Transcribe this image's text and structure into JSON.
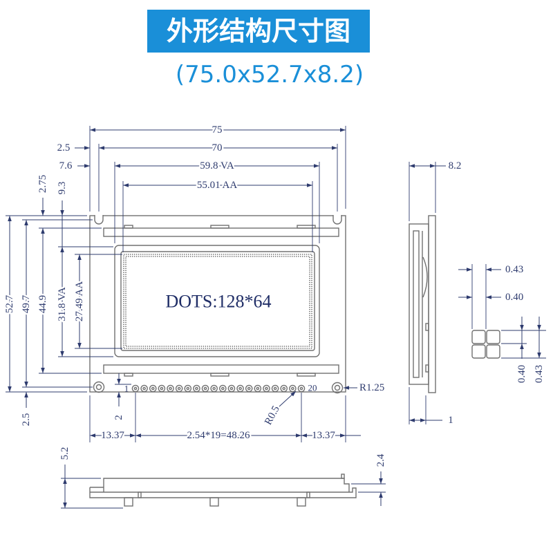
{
  "title": "外形结构尺寸图",
  "subtitle": "(75.0x52.7x8.2)",
  "front_view": {
    "display_text": "DOTS:128*64",
    "pin_first": "1",
    "pin_last": "20",
    "dims": {
      "overall_width": "75",
      "hole_pitch_width": "70",
      "va_width": "59.8 VA",
      "aa_width": "55.01 AA",
      "hole_offset_x": "2.5",
      "va_offset_x": "7.6",
      "bar_offset_y": "2.75",
      "va_offset_y": "9.3",
      "overall_height": "52.7",
      "hole_pitch_height": "49.7",
      "bar_span_height": "44.9",
      "va_height": "31.8 VA",
      "aa_height": "27.49 AA",
      "hole_offset_y": "2.5",
      "pin_offset_y": "2",
      "hole_radius": "R1.25",
      "pin_radius": "R0.5",
      "pin_margin_left": "13.37",
      "pin_span": "2.54*19=48.26",
      "pin_margin_right": "13.37"
    }
  },
  "side_view": {
    "thickness": "8.2",
    "pcb_thickness": "1"
  },
  "pin_detail": {
    "pad_width": "0.43",
    "gap_width": "0.40",
    "gap_height": "0.40",
    "pad_height": "0.43"
  },
  "bottom_view": {
    "total_height": "5.2",
    "pin_height": "2.4"
  },
  "colors": {
    "banner": "#1a8fd8",
    "subtitle": "#1a8fd8",
    "dimension": "#2e3b6e",
    "outline": "#707070",
    "display_text": "#1f2d66"
  }
}
